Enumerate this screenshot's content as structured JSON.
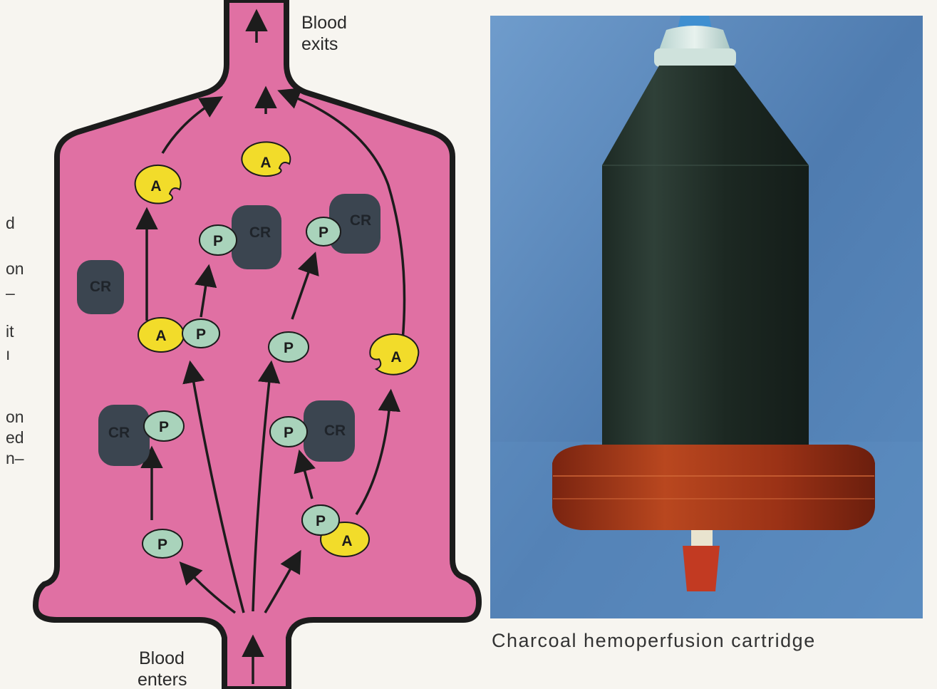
{
  "labels": {
    "blood_exits": [
      "Blood",
      "exits"
    ],
    "blood_enters": [
      "Blood",
      "enters"
    ],
    "photo_caption": "Charcoal hemoperfusion cartridge"
  },
  "markers": {
    "albumin": "A",
    "protein": "P",
    "charcoal_resin": "CR"
  },
  "margin_fragments": [
    "d",
    "on",
    "–",
    "it",
    "ı",
    "on",
    "ed",
    "n–"
  ],
  "colors": {
    "blood": "#e070a3",
    "outline": "#1c1c1c",
    "albumin": "#f2dc2a",
    "protein": "#a9d3bb",
    "resin": "#3b4550",
    "photo_background": "#4f7cb0",
    "cartridge_body": "#22302a",
    "cartridge_base": "#a3311a",
    "page": "#f7f5f0"
  },
  "icons": {
    "flow_arrow": "arrow-up-icon"
  }
}
